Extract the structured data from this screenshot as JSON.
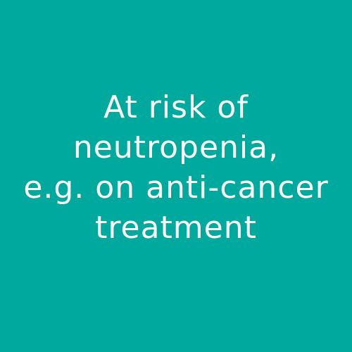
{
  "tile": {
    "background_color": "#00a99d",
    "text_color": "#ffffff",
    "lines": [
      "At risk of",
      "neutropenia,",
      "e.g. on anti-cancer",
      "treatment"
    ]
  }
}
